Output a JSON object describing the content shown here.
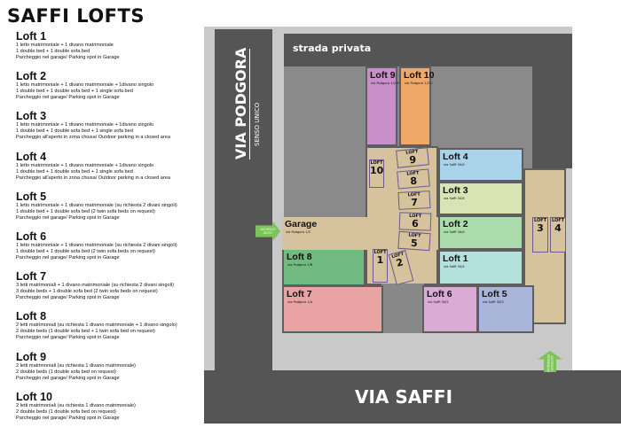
{
  "title": "SAFFI LOFTS",
  "lofts": [
    {
      "name": "Loft 1",
      "lines": [
        "1 letto matrimoniale + 1 divano matrimoniale",
        "1 double bed + 1 double sofa bed",
        "Parcheggio nel garage/ Parking spot in Garage"
      ]
    },
    {
      "name": "Loft 2",
      "lines": [
        "1 letto matrimoniale + 1 divano matrimoniale + 1divano singolo",
        "1 double bed + 1 double sofa bed + 1 single sofa bed",
        "Parcheggio nel garage/ Parking spot in Garage"
      ]
    },
    {
      "name": "Loft 3",
      "lines": [
        "1 letto matrimoniale + 1 divano matrimoniale + 1divano singolo",
        "1 double bed + 1 double sofa bed + 1 single sofa bed",
        "Parcheggio all'aperto in zona chiusa/ Outdoor parking in a closed area"
      ]
    },
    {
      "name": "Loft 4",
      "lines": [
        "1 letto matrimoniale + 1 divano matrimoniale + 1divano singolo",
        "1 double bed + 1 double sofa bed + 1 single sofa bed",
        "Parcheggio all'aperto in zona chiusa/ Outdoor parking in a closed area"
      ]
    },
    {
      "name": "Loft 5",
      "lines": [
        "1 letto matrimoniale + 1 divano matrimoniale (su richiesta 2 divani singoli)",
        "1 double bed + 1 double sofa bed (2 twin sofa beds on request)",
        "Parcheggio nel garage/ Parking spot in Garage"
      ]
    },
    {
      "name": "Loft 6",
      "lines": [
        "1 letto matrimoniale + 1 divano matrimoniale (su richiesta 2 divani singoli)",
        "1 double bed + 1 double sofa bed (2 twin sofa beds on request)",
        "Parcheggio nel garage/ Parking spot in Garage"
      ]
    },
    {
      "name": "Loft 7",
      "lines": [
        "3 letti matrimoniali + 1 divano matrimoniale (su richiesta 2 divani singoli)",
        "3 double beds + 1 double sofa bed (2 twin sofa beds on request)",
        "Parcheggio nel garage/ Parking spot in Garage"
      ]
    },
    {
      "name": "Loft 8",
      "lines": [
        "2 letti matrimoniali (su richiesta 1 divano matrimoniale + 1 divano singolo)",
        "2 double beds (1 double sofa bed + 1 twin sofa bed on request)",
        "Parcheggio nel garage/ Parking spot in Garage"
      ]
    },
    {
      "name": "Loft 9",
      "lines": [
        "2 letti matrimoniali (su richiesta 1 divano matrimoniale)",
        "2 double beds (1 double sofa bed on request)",
        "Parcheggio nel garage/ Parking spot in Garage"
      ]
    },
    {
      "name": "Loft 10",
      "lines": [
        "2 letti matrimoniali (su richiesta 1 divano matrimoniale)",
        "2 double beds (1 double sofa bed on request)",
        "Parcheggio nel garage/ Parking spot in Garage"
      ]
    }
  ],
  "map": {
    "streets": {
      "podgora": "VIA PODGORA",
      "podgora_sub": "SENSO UNICO",
      "privata": "strada privata",
      "saffi": "VIA SAFFI"
    },
    "access": {
      "car": "ACCESSO AUTO",
      "pedestrian": "ACCESSO PEDONALE"
    },
    "rooms": {
      "loft9": {
        "name": "Loft 9",
        "addr": "via Podgora 1/2 B",
        "color": "#c98fc9"
      },
      "loft10": {
        "name": "Loft 10",
        "addr": "via Podgora 1/2 C",
        "color": "#f0a868"
      },
      "loft4": {
        "name": "Loft 4",
        "addr": "via Saffi 34/4",
        "color": "#a9d3e8"
      },
      "loft3": {
        "name": "Loft 3",
        "addr": "via Saffi 34/4",
        "color": "#d9e3b3"
      },
      "loft2": {
        "name": "Loft 2",
        "addr": "via Saffi 34/4",
        "color": "#abdcab"
      },
      "loft1": {
        "name": "Loft 1",
        "addr": "via Saffi 34/4",
        "color": "#b5e1dc"
      },
      "loft8": {
        "name": "Loft 8",
        "addr": "via Podgora 1/B",
        "color": "#72bb80"
      },
      "loft7": {
        "name": "Loft 7",
        "addr": "via Podgora 1/A",
        "color": "#eaa3a3"
      },
      "loft6": {
        "name": "Loft 6",
        "addr": "via Saffi 34/2",
        "color": "#d9abd5"
      },
      "loft5": {
        "name": "Loft 5",
        "addr": "via Saffi 34/3",
        "color": "#a9b5d9"
      },
      "garage": {
        "name": "Garage",
        "addr": "via Podgora 1/C",
        "color": "#d6c29c"
      }
    },
    "spot_label": "LOFT",
    "spots": [
      "10",
      "9",
      "8",
      "7",
      "6",
      "5",
      "1",
      "2",
      "3",
      "4"
    ]
  }
}
